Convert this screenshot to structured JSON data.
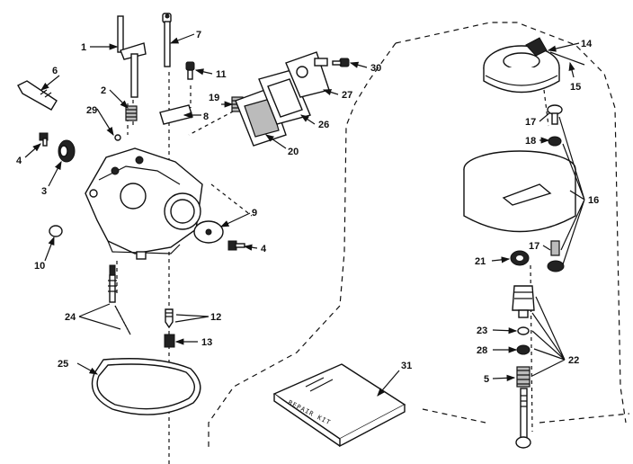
{
  "callouts": {
    "c1": "1",
    "c2": "2",
    "c3": "3",
    "c4a": "4",
    "c4b": "4",
    "c5": "5",
    "c6": "6",
    "c7": "7",
    "c8": "8",
    "c9": "9",
    "c10": "10",
    "c11": "11",
    "c12": "12",
    "c13": "13",
    "c14": "14",
    "c15": "15",
    "c16": "16",
    "c17a": "17",
    "c17b": "17",
    "c18": "18",
    "c19": "19",
    "c20": "20",
    "c21": "21",
    "c22": "22",
    "c23": "23",
    "c24": "24",
    "c25": "25",
    "c26": "26",
    "c27": "27",
    "c28": "28",
    "c29": "29",
    "c30": "30",
    "c31": "31"
  },
  "repair_kit_text": "REPAIR KIT"
}
